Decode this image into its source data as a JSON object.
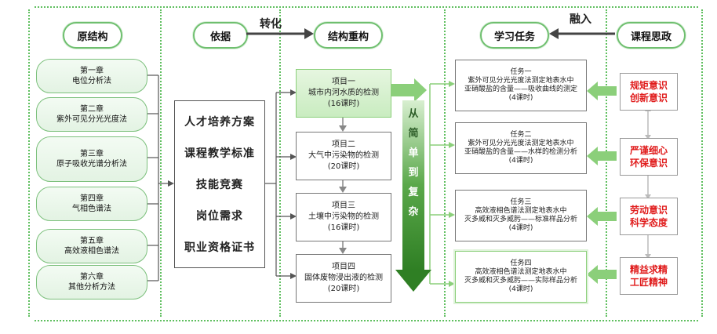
{
  "headers": {
    "original": "原结构",
    "basis": "依据",
    "restructure": "结构重构",
    "tasks": "学习任务",
    "ideology": "课程思政"
  },
  "arrows": {
    "transform": "转化",
    "integrate": "融入"
  },
  "chapters": [
    {
      "title": "第一章",
      "name": "电位分析法"
    },
    {
      "title": "第二章",
      "name": "紫外可见分光光度法"
    },
    {
      "title": "第三章",
      "name": "原子吸收光谱分析法"
    },
    {
      "title": "第四章",
      "name": "气相色谱法"
    },
    {
      "title": "第五章",
      "name": "高效液相色谱法"
    },
    {
      "title": "第六章",
      "name": "其他分析方法"
    }
  ],
  "basis_items": [
    "人才培养方案",
    "课程教学标准",
    "技能竞赛",
    "岗位需求",
    "职业资格证书"
  ],
  "projects": [
    {
      "title": "项目一",
      "name": "城市内河水质的检测",
      "hours": "(16课时)"
    },
    {
      "title": "项目二",
      "name": "大气中污染物的检测",
      "hours": "(20课时)"
    },
    {
      "title": "项目三",
      "name": "土壤中污染物的检测",
      "hours": "(16课时)"
    },
    {
      "title": "项目四",
      "name": "固体废物浸出液的检测",
      "hours": "(20课时)"
    }
  ],
  "progression": [
    "从",
    "简",
    "单",
    "到",
    "复",
    "杂"
  ],
  "tasks": [
    {
      "title": "任务一",
      "line1": "紫外可见分光光度法测定地表水中",
      "line2": "亚硝酸盐的含量——吸收曲线的测定",
      "hours": "(4课时)"
    },
    {
      "title": "任务二",
      "line1": "紫外可见分光光度法测定地表水中",
      "line2": "亚硝酸盐的含量——水样的检测分析",
      "hours": "(4课时)"
    },
    {
      "title": "任务三",
      "line1": "高效液相色谱法测定地表水中",
      "line2": "灭多威和灭多威肟——标准样品分析",
      "hours": "(4课时)"
    },
    {
      "title": "任务四",
      "line1": "高效液相色谱法测定地表水中",
      "line2": "灭多威和灭多威肟——实际样品分析",
      "hours": "(4课时)"
    }
  ],
  "ideology": [
    {
      "line1": "规矩意识",
      "line2": "创新意识"
    },
    {
      "line1": "严谨细心",
      "line2": "环保意识"
    },
    {
      "line1": "劳动意识",
      "line2": "科学态度"
    },
    {
      "line1": "精益求精",
      "line2": "工匠精神"
    }
  ],
  "colors": {
    "accent_green": "#6fbf6f",
    "ideology_red": "#e01b1b",
    "arrow_green": "#3a9a3a"
  }
}
